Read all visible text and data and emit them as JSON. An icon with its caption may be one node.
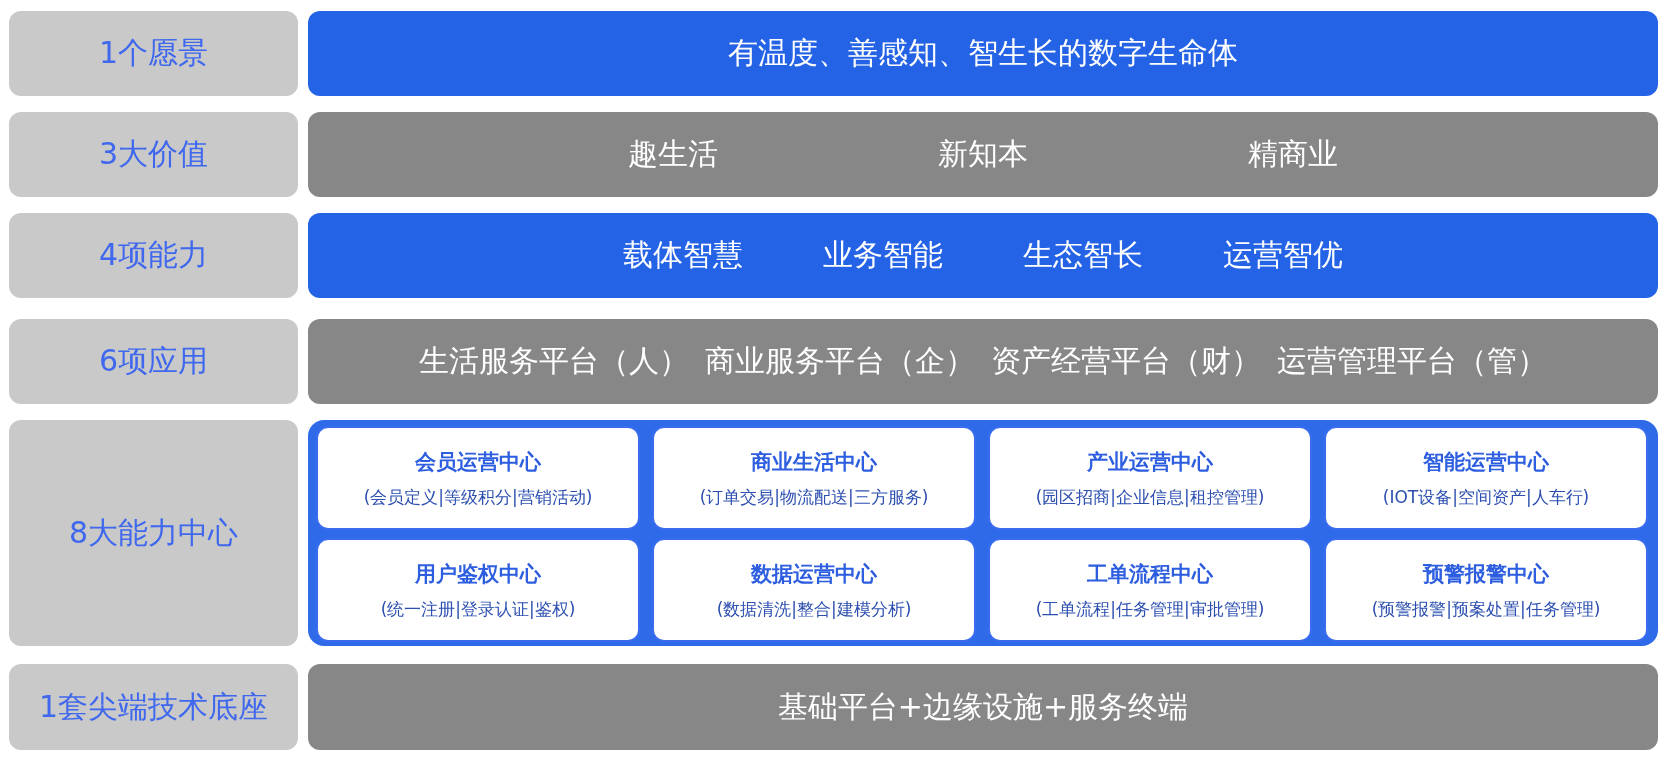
{
  "diagram": {
    "nodes": [
      {
        "text": [
          "1个愿景"
        ]
      },
      {
        "text": [
          "有温度、善感知、智生长的数字生命体"
        ]
      },
      {
        "text": [
          "3大价值"
        ]
      },
      {
        "text": [
          "趣生活",
          "新知本",
          "精商业"
        ]
      },
      {
        "text": [
          "4项能力"
        ]
      },
      {
        "text": [
          "载体智慧",
          "业务智能",
          "生态智长",
          "运营智优"
        ]
      },
      {
        "text": [
          "6项应用"
        ]
      },
      {
        "text": [
          "生活服务平台（人）",
          "商业服务平台（企）",
          "资产经营平台（财）",
          "运营管理平台（管）"
        ]
      },
      {
        "text": [
          "8大能力中心"
        ]
      },
      {
        "text": [],
        "shape": "box"
      },
      {
        "text": [
          "会员运营中心",
          "(会员定义|等级积分|营销活动)"
        ],
        "in": 9
      },
      {
        "text": [
          "商业生活中心",
          "(订单交易|物流配送|三方服务)"
        ],
        "in": 9
      },
      {
        "text": [
          "产业运营中心",
          "(园区招商|企业信息|租控管理)"
        ],
        "in": 9
      },
      {
        "text": [
          "智能运营中心",
          "(IOT设备|空间资产|人车行)"
        ],
        "in": 9
      },
      {
        "text": [
          "用户鉴权中心",
          "(统一注册|登录认证|鉴权)"
        ],
        "in": 9
      },
      {
        "text": [
          "数据运营中心",
          "(数据清洗|整合|建模分析)"
        ],
        "in": 9
      },
      {
        "text": [
          "工单流程中心",
          "(工单流程|任务管理|审批管理)"
        ],
        "in": 9
      },
      {
        "text": [
          "预警报警中心",
          "(预警报警|预案处置|任务管理)"
        ],
        "in": 9
      },
      {
        "text": [
          "1套尖端技术底座"
        ]
      },
      {
        "text": [
          "基础平台+边缘设施+服务终端"
        ]
      }
    ],
    "edges": []
  }
}
